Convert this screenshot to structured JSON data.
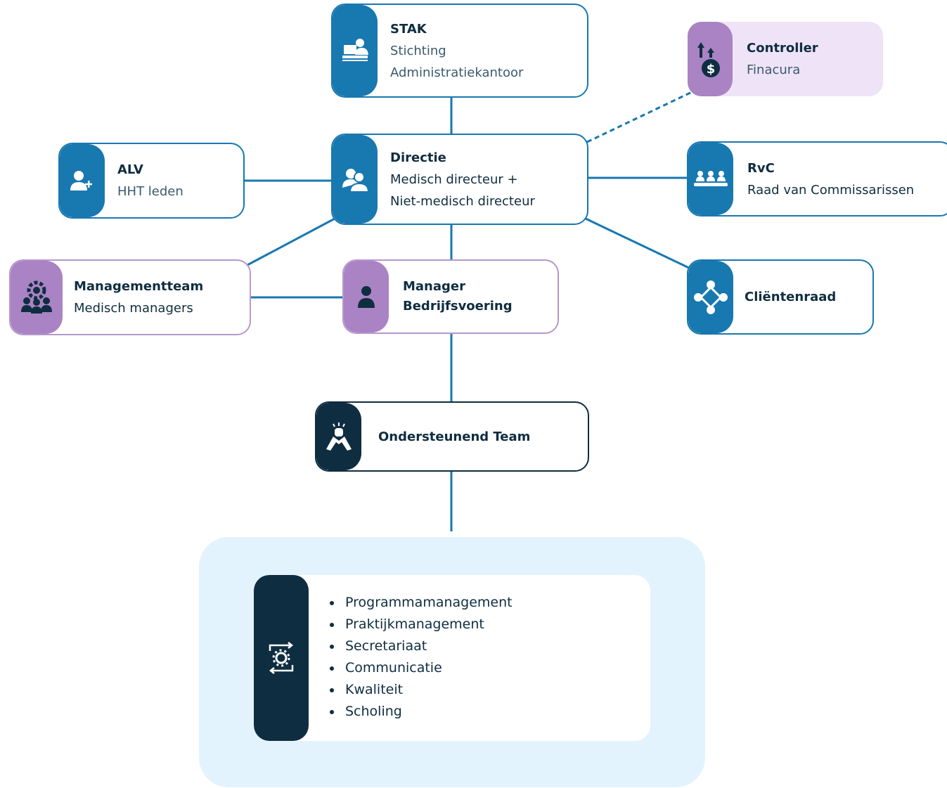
{
  "nodes": {
    "stak": {
      "title": "STAK",
      "lines": [
        "Stichting",
        "Administratiekantoor"
      ],
      "icon": "office-desk-icon"
    },
    "controller": {
      "title": "Controller",
      "lines": [
        "Finacura"
      ],
      "icon": "dollar-growth-icon"
    },
    "alv": {
      "title": "ALV",
      "lines": [
        "HHT leden"
      ],
      "icon": "add-user-icon"
    },
    "directie": {
      "title": "Directie",
      "lines": [
        "Medisch directeur +",
        "Niet-medisch directeur"
      ],
      "icon": "users-icon"
    },
    "rvc": {
      "title": "RvC",
      "lines": [
        "Raad van Commissarissen"
      ],
      "icon": "board-meeting-icon"
    },
    "managementteam": {
      "title": "Managementteam",
      "lines": [
        "Medisch managers"
      ],
      "icon": "team-gear-icon"
    },
    "manager": {
      "title": "Manager",
      "lines": [
        "Bedrijfsvoering"
      ],
      "icon": "person-icon"
    },
    "clientenraad": {
      "title": "Cliëntenraad",
      "lines": [],
      "icon": "network-people-icon"
    },
    "ondersteunend": {
      "title": "Ondersteunend Team",
      "lines": [],
      "icon": "handshake-icon"
    }
  },
  "support_tasks": {
    "icon": "process-gear-icon",
    "items": [
      "Programmamanagement",
      "Praktijkmanagement",
      "Secretariaat",
      "Communicatie",
      "Kwaliteit",
      "Scholing"
    ]
  },
  "colors": {
    "blue": "#1878b0",
    "purple": "#a983c3",
    "dark": "#0f2d40",
    "lilac_bg": "#efe3f7",
    "group_bg": "#e3f3fd"
  }
}
